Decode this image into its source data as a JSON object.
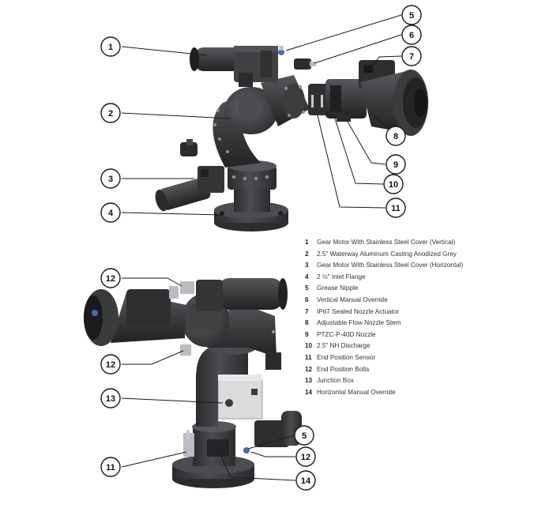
{
  "legend": [
    {
      "num": "1",
      "text": "Gear Motor With Stainless Steel Cover (Vertical)"
    },
    {
      "num": "2",
      "text": "2.5\" Waterway Aluminum Casting Anodized Grey"
    },
    {
      "num": "3",
      "text": "Gear Motor With Stainless Steel Cover (Horizontal)"
    },
    {
      "num": "4",
      "text": "2 ½\" Inlet Flange"
    },
    {
      "num": "5",
      "text": "Grease Nipple"
    },
    {
      "num": "6",
      "text": "Vertical Manual Override"
    },
    {
      "num": "7",
      "text": "IP67 Sealed Nozzle Actuator"
    },
    {
      "num": "8",
      "text": "Adjustable Flow Nozzle Stem"
    },
    {
      "num": "9",
      "text": "PTZC-P-40D Nozzle"
    },
    {
      "num": "10",
      "text": "2.5\" NH Discharge"
    },
    {
      "num": "11",
      "text": "End Position Sensor"
    },
    {
      "num": "12",
      "text": "End Position Bolts"
    },
    {
      "num": "13",
      "text": "Junction Box"
    },
    {
      "num": "14",
      "text": "Horizontal Manual Override"
    }
  ],
  "callouts_top": [
    "1",
    "2",
    "3",
    "4",
    "5",
    "6",
    "7",
    "8",
    "9",
    "10",
    "11"
  ],
  "callouts_bottom": [
    "12",
    "12",
    "13",
    "11",
    "5",
    "12",
    "14"
  ],
  "colors": {
    "body": "#3b3c3e",
    "dark": "#242526",
    "highlight": "#5e6063",
    "accent_blue": "#3f6fb5",
    "metal": "#b9bcc0"
  }
}
